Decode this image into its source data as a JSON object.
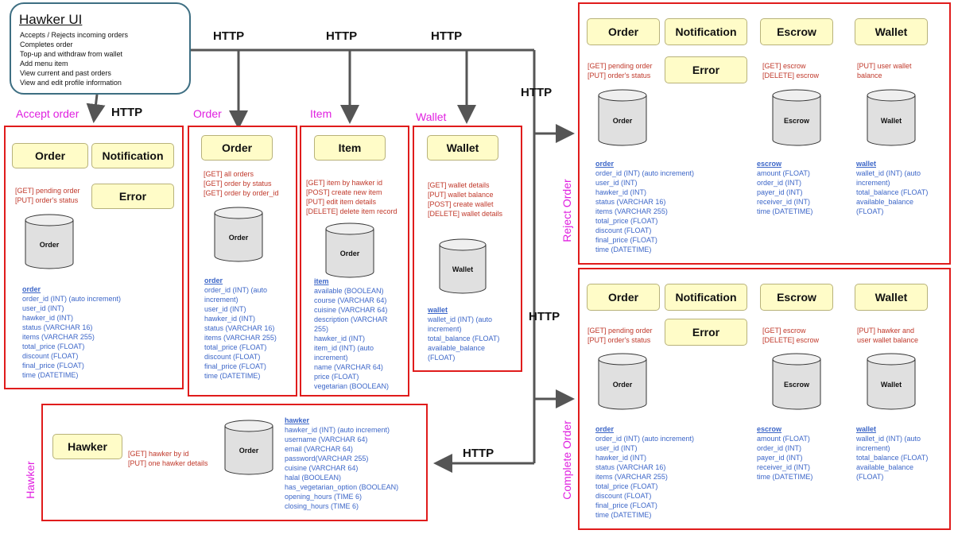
{
  "hawker_ui": {
    "title": "Hawker UI",
    "features": [
      "Accepts / Rejects incoming orders",
      "Completes order",
      "Top-up and withdraw from wallet",
      "Add menu item",
      "View current and past orders",
      "View and edit profile information"
    ]
  },
  "http": "HTTP",
  "accept_order": {
    "label": "Accept order",
    "svc_order": "Order",
    "svc_notification": "Notification",
    "svc_error": "Error",
    "api": [
      "[GET] pending order",
      "[PUT] order's status"
    ],
    "db": "Order",
    "schema_title": "order",
    "schema": [
      "order_id (INT) (auto increment)",
      "user_id (INT)",
      "hawker_id (INT)",
      "status (VARCHAR 16)",
      "items (VARCHAR 255)",
      "total_price (FLOAT)",
      "discount (FLOAT)",
      "final_price (FLOAT)",
      "time (DATETIME)"
    ]
  },
  "order": {
    "label": "Order",
    "svc": "Order",
    "api": [
      "[GET] all orders",
      "[GET] order by status",
      "[GET] order by order_id"
    ],
    "db": "Order",
    "schema_title": "order",
    "schema": [
      "order_id (INT) (auto",
      "increment)",
      "user_id (INT)",
      "hawker_id (INT)",
      "status (VARCHAR 16)",
      "items (VARCHAR 255)",
      "total_price (FLOAT)",
      "discount (FLOAT)",
      "final_price (FLOAT)",
      "time (DATETIME)"
    ]
  },
  "item": {
    "label": "Item",
    "svc": "Item",
    "api": [
      "[GET] item by hawker id",
      "[POST] create new item",
      "[PUT] edit item details",
      "[DELETE] delete item record"
    ],
    "db": "Order",
    "schema_title": "item",
    "schema": [
      "available (BOOLEAN)",
      "course (VARCHAR 64)",
      "cuisine (VARCHAR 64)",
      "description (VARCHAR",
      "255)",
      "hawker_id (INT)",
      "item_id (INT) (auto",
      "increment)",
      "name (VARCHAR 64)",
      "price (FLOAT)",
      "vegetarian (BOOLEAN)"
    ]
  },
  "wallet": {
    "label": "Wallet",
    "svc": "Wallet",
    "api": [
      "[GET] wallet details",
      "[PUT] wallet balance",
      "[POST] create wallet",
      "[DELETE] wallet details"
    ],
    "db": "Wallet",
    "schema_title": "wallet",
    "schema": [
      "wallet_id (INT) (auto",
      "increment)",
      "total_balance (FLOAT)",
      "available_balance",
      "(FLOAT)"
    ]
  },
  "hawker": {
    "label": "Hawker",
    "svc": "Hawker",
    "api": [
      "[GET] hawker by id",
      "[PUT] one hawker details"
    ],
    "db": "Order",
    "schema_title": "hawker",
    "schema": [
      "hawker_id (INT) (auto increment)",
      "username (VARCHAR 64)",
      "email (VARCHAR 64)",
      "password(VARCHAR 255)",
      "cuisine (VARCHAR 64)",
      "halal (BOOLEAN)",
      "has_vegetarian_option (BOOLEAN)",
      "opening_hours (TIME 6)",
      "closing_hours (TIME 6)"
    ]
  },
  "reject_order": {
    "label": "Reject Order",
    "svc_order": "Order",
    "svc_notification": "Notification",
    "svc_error": "Error",
    "svc_escrow": "Escrow",
    "svc_wallet": "Wallet",
    "api_order": [
      "[GET] pending order",
      "[PUT] order's status"
    ],
    "api_escrow": [
      "[GET] escrow",
      "[DELETE] escrow"
    ],
    "api_wallet": [
      "[PUT] user wallet",
      "balance"
    ],
    "db_order": "Order",
    "db_escrow": "Escrow",
    "db_wallet": "Wallet",
    "order_title": "order",
    "order_schema": [
      "order_id (INT) (auto increment)",
      "user_id (INT)",
      "hawker_id (INT)",
      "status (VARCHAR 16)",
      "items (VARCHAR 255)",
      "total_price (FLOAT)",
      "discount (FLOAT)",
      "final_price (FLOAT)",
      "time (DATETIME)"
    ],
    "escrow_title": "escrow",
    "escrow_schema": [
      "amount (FLOAT)",
      "order_id (INT)",
      "payer_id (INT)",
      "receiver_id (INT)",
      "time (DATETIME)"
    ],
    "wallet_title": "wallet",
    "wallet_schema": [
      "wallet_id (INT) (auto",
      "increment)",
      "total_balance (FLOAT)",
      "available_balance",
      "(FLOAT)"
    ]
  },
  "complete_order": {
    "label": "Complete Order",
    "svc_order": "Order",
    "svc_notification": "Notification",
    "svc_error": "Error",
    "svc_escrow": "Escrow",
    "svc_wallet": "Wallet",
    "api_order": [
      "[GET] pending order",
      "[PUT] order's status"
    ],
    "api_escrow": [
      "[GET] escrow",
      "[DELETE] escrow"
    ],
    "api_wallet": [
      "[PUT] hawker and",
      "user wallet balance"
    ],
    "db_order": "Order",
    "db_escrow": "Escrow",
    "db_wallet": "Wallet",
    "order_title": "order",
    "order_schema": [
      "order_id (INT) (auto increment)",
      "user_id (INT)",
      "hawker_id (INT)",
      "status (VARCHAR 16)",
      "items (VARCHAR 255)",
      "total_price (FLOAT)",
      "discount (FLOAT)",
      "final_price (FLOAT)",
      "time (DATETIME)"
    ],
    "escrow_title": "escrow",
    "escrow_schema": [
      "amount (FLOAT)",
      "order_id (INT)",
      "payer_id (INT)",
      "receiver_id (INT)",
      "time (DATETIME)"
    ],
    "wallet_title": "wallet",
    "wallet_schema": [
      "wallet_id (INT) (auto",
      "increment)",
      "total_balance (FLOAT)",
      "available_balance",
      "(FLOAT)"
    ]
  }
}
